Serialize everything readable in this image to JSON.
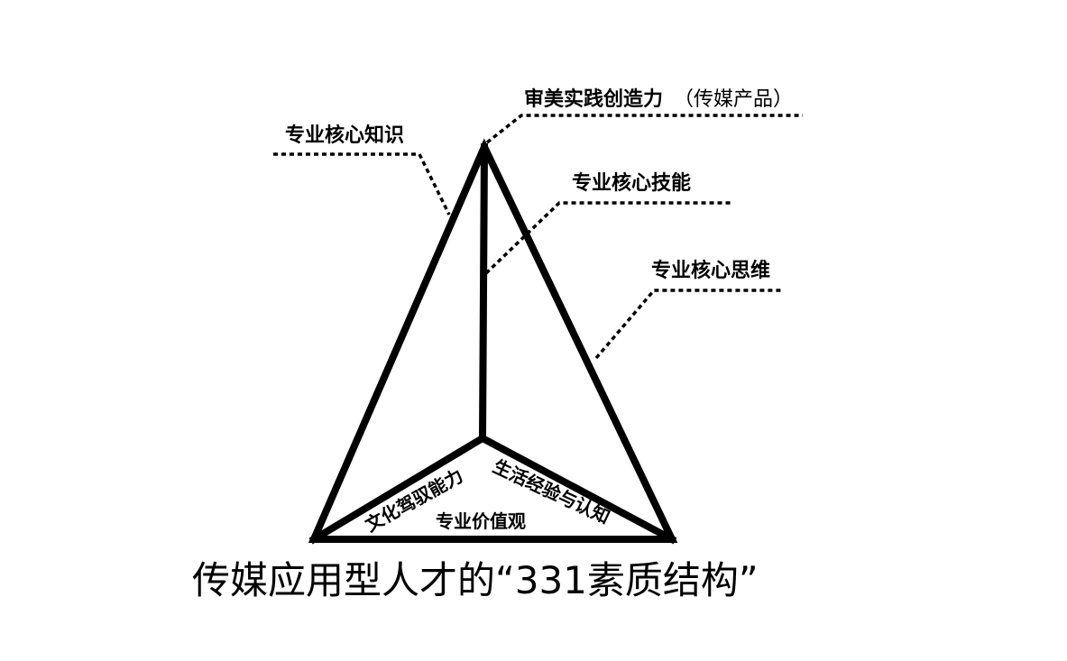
{
  "labels": {
    "apex": "审美实践创造力",
    "apex_paren": "（传媒产品）",
    "left_face": "专业核心知识",
    "center_edge": "专业核心技能",
    "right_face": "专业核心思维",
    "base_left": "文化驾驭能力",
    "base_right": "生活经验与认知",
    "base_front": "专业价值观"
  },
  "caption": "传媒应用型人才的“331素质结构”"
}
